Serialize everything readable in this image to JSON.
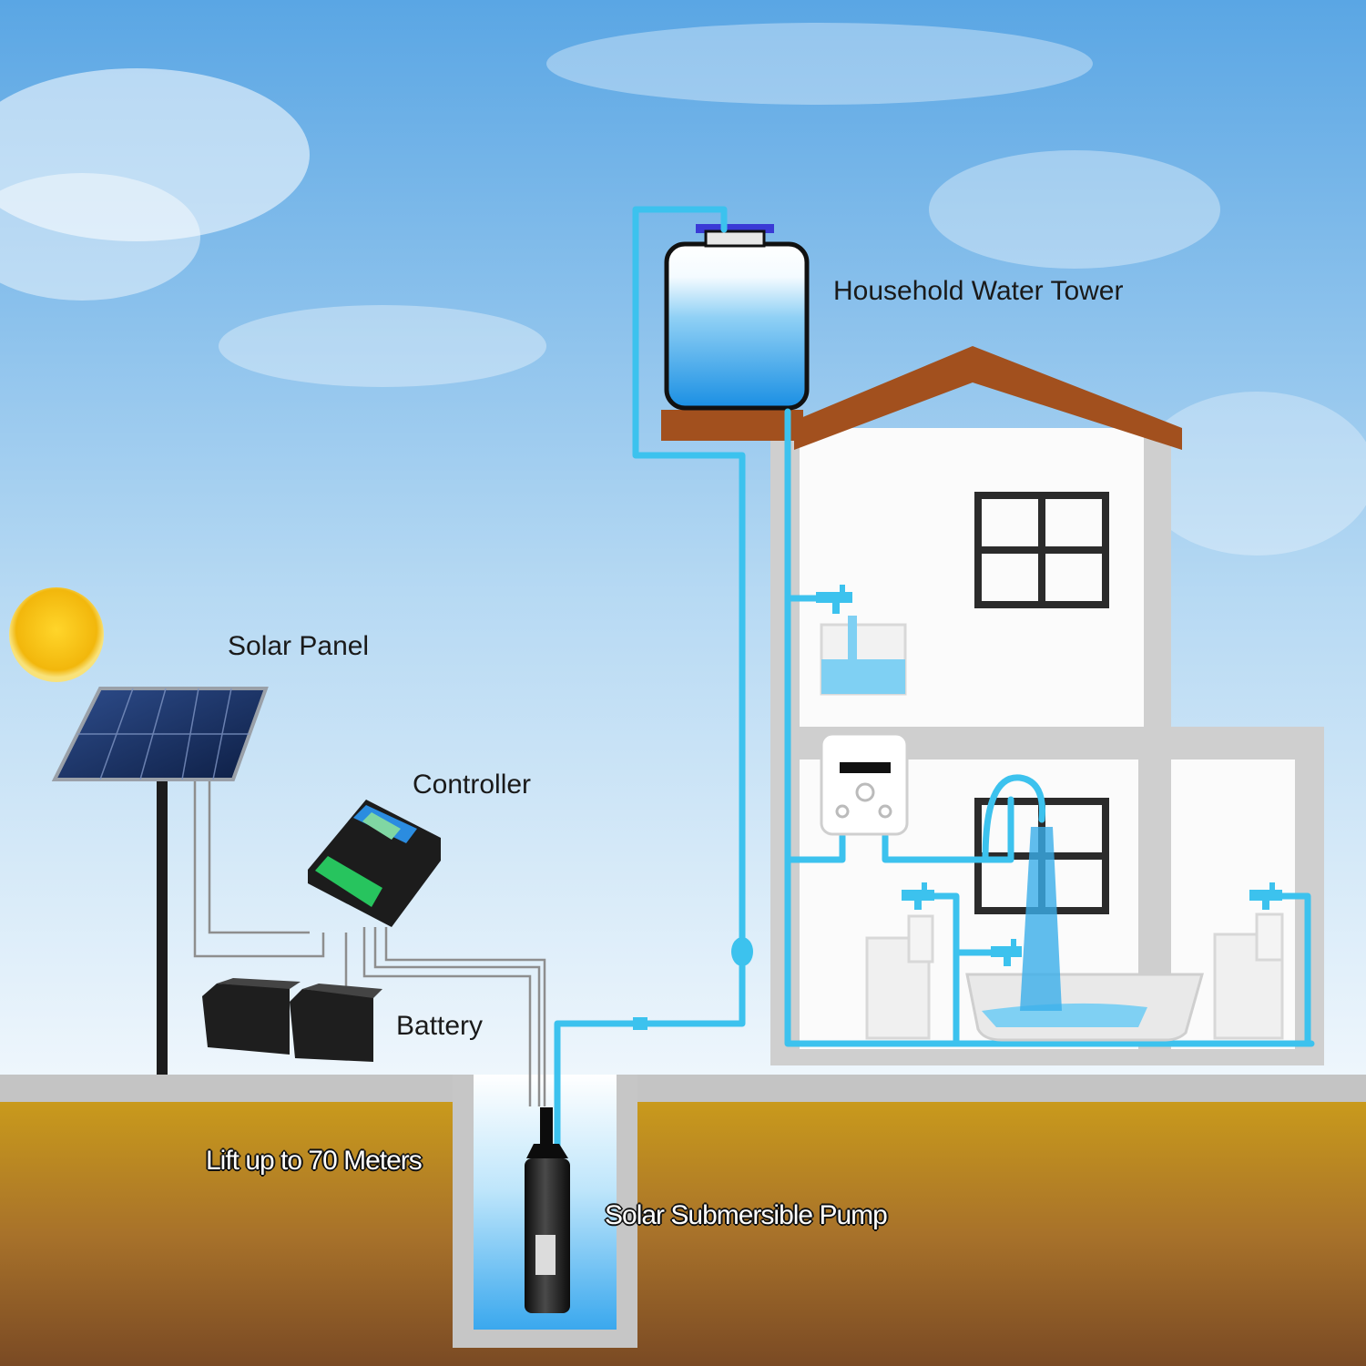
{
  "labels": {
    "water_tower": "Household Water Tower",
    "solar_panel": "Solar Panel",
    "controller": "Controller",
    "battery": "Battery",
    "lift": "Lift up to 70 Meters",
    "pump": "Solar Submersible Pump"
  },
  "colors": {
    "sky_top": "#5aa6e4",
    "sky_bottom": "#eaf4fb",
    "pipe": "#3cc2ee",
    "roof": "#a2501e",
    "soil_top": "#c99a1c",
    "soil_bottom": "#7a4a24",
    "water": "#39a8ec",
    "sun": "#f6c416"
  }
}
